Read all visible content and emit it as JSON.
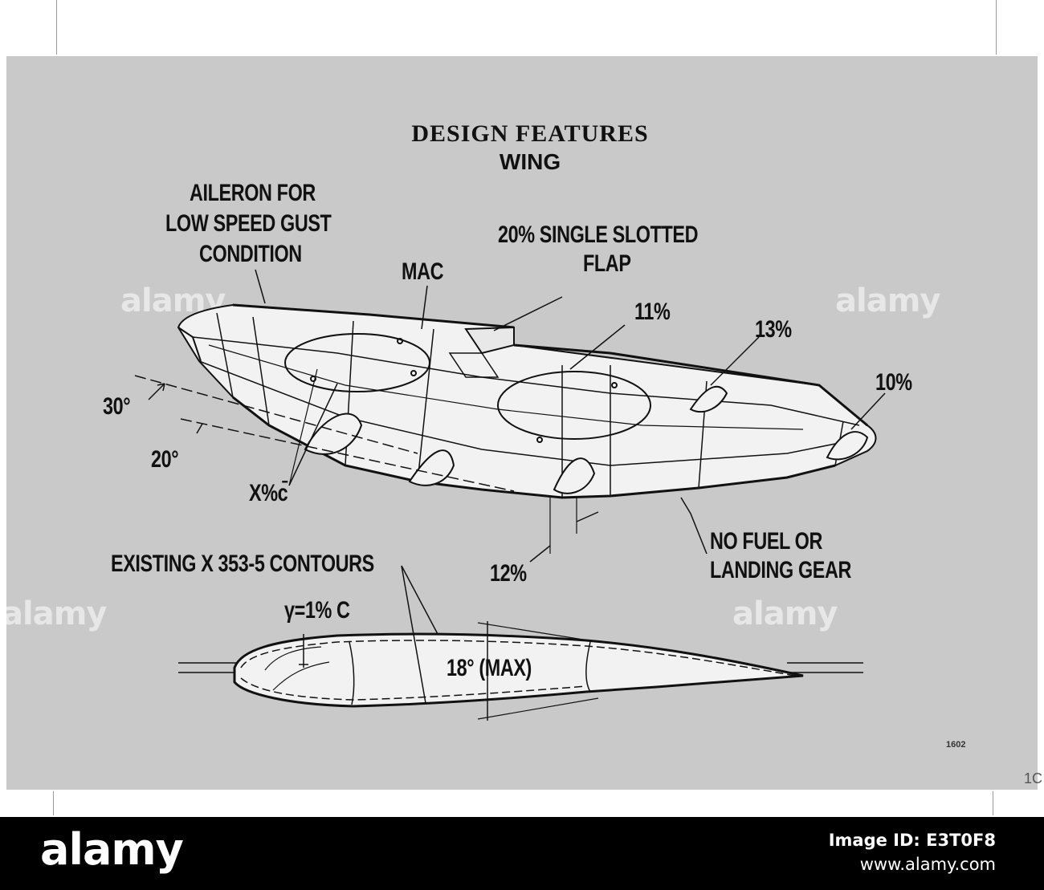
{
  "title": "DESIGN FEATURES",
  "subtitle": "WING",
  "labels": {
    "aileron_line1": "AILERON FOR",
    "aileron_line2": "LOW SPEED GUST",
    "aileron_line3": "CONDITION",
    "mac": "MAC",
    "flap_line1": "20% SINGLE SLOTTED",
    "flap_line2": "FLAP",
    "thickness_11": "11%",
    "thickness_13": "13%",
    "thickness_10": "10%",
    "thickness_12": "12%",
    "sweep_30": "30°",
    "sweep_20": "20°",
    "chord_pos": "X%c̄",
    "no_fuel_line1": "NO FUEL OR",
    "no_fuel_line2": "LANDING GEAR",
    "contours": "EXISTING X 353-5 CONTOURS",
    "camber": "γ=1% C",
    "max_angle": "18° (MAX)"
  },
  "plate_number": "1602",
  "edge_mark": "1C",
  "watermark": "alamy",
  "footer": {
    "logo": "alamy",
    "image_id": "Image ID: E3T0F8",
    "site": "www.alamy.com"
  },
  "colors": {
    "sheet": "#c9c9c9",
    "ink": "#111111",
    "wing_fill": "#f2f2f2"
  }
}
